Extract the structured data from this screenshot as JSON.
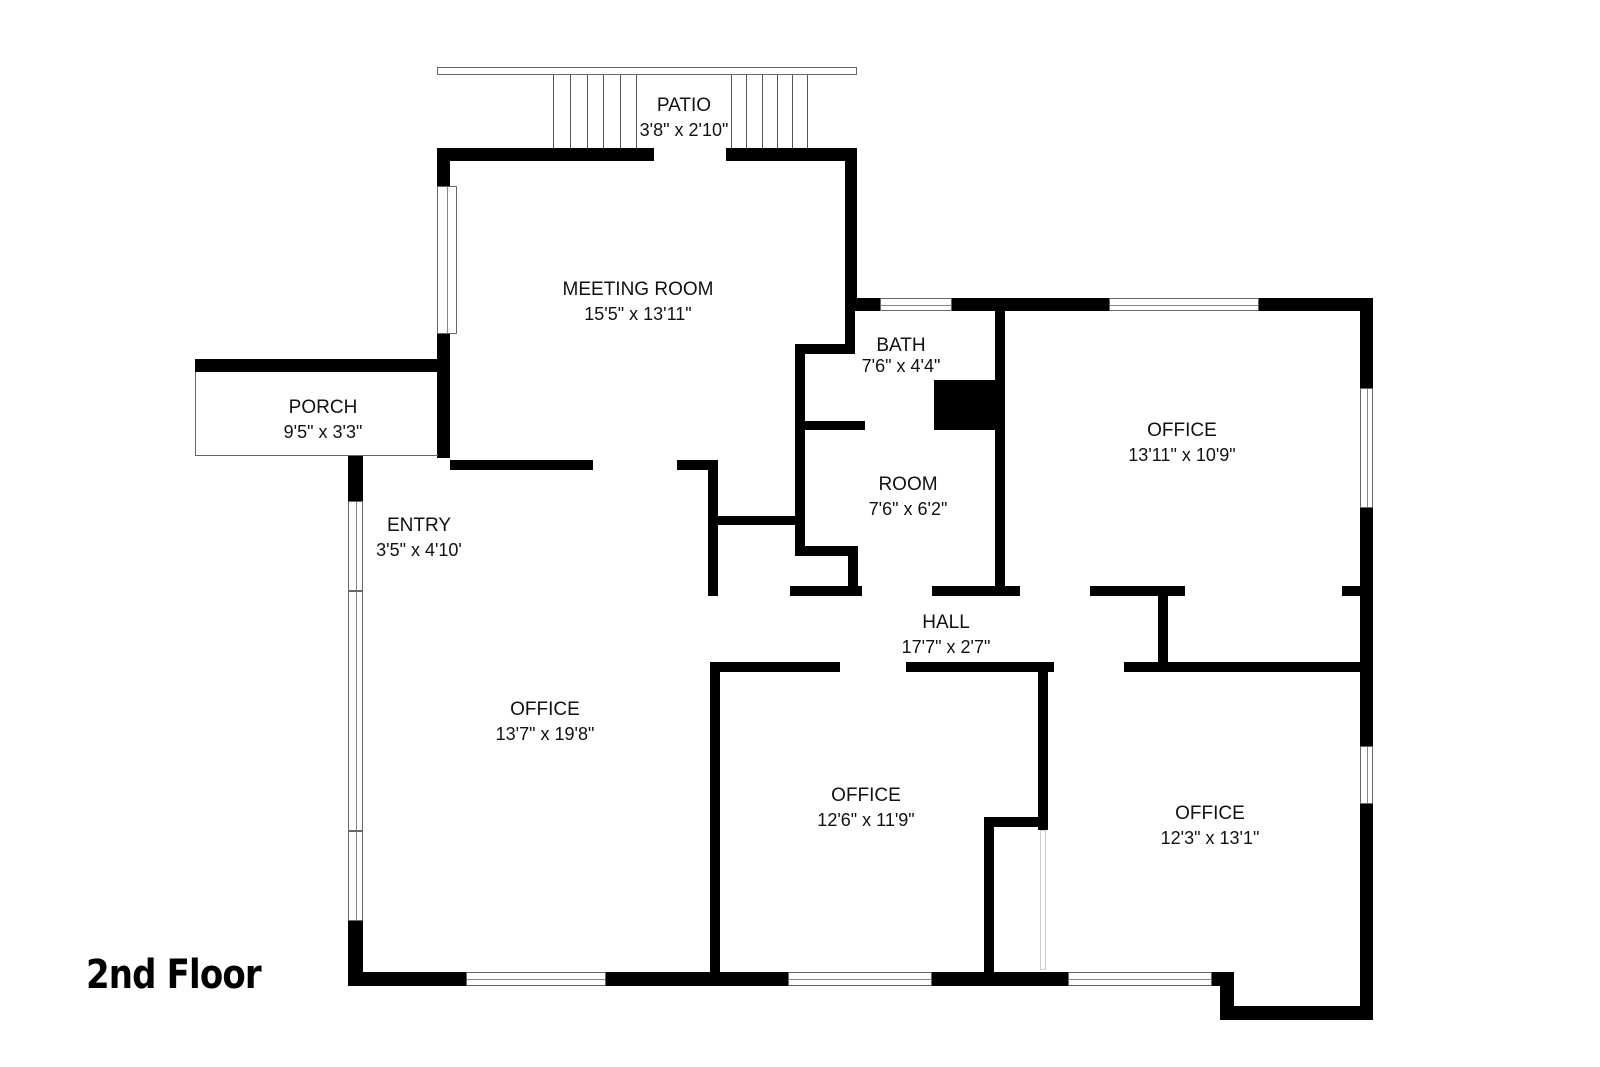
{
  "floor_title": "2nd Floor",
  "rooms": [
    {
      "name": "PATIO",
      "dims": "3'8\" x 2'10\""
    },
    {
      "name": "MEETING ROOM",
      "dims": "15'5\" x 13'11\""
    },
    {
      "name": "PORCH",
      "dims": "9'5\" x 3'3\""
    },
    {
      "name": "BATH",
      "dims": "7'6\" x 4'4\""
    },
    {
      "name": "ROOM",
      "dims": "7'6\" x 6'2\""
    },
    {
      "name": "OFFICE",
      "dims": "13'11\" x 10'9\""
    },
    {
      "name": "ENTRY",
      "dims": "3'5\" x 4'10'"
    },
    {
      "name": "HALL",
      "dims": "17'7\" x 2'7\""
    },
    {
      "name": "OFFICE",
      "dims": "13'7\" x 19'8\""
    },
    {
      "name": "OFFICE",
      "dims": "12'6\" x 11'9\""
    },
    {
      "name": "OFFICE",
      "dims": "12'3\" x 13'1\""
    }
  ],
  "colors": {
    "wall": "#000000",
    "background": "#ffffff",
    "text": "#111111"
  }
}
